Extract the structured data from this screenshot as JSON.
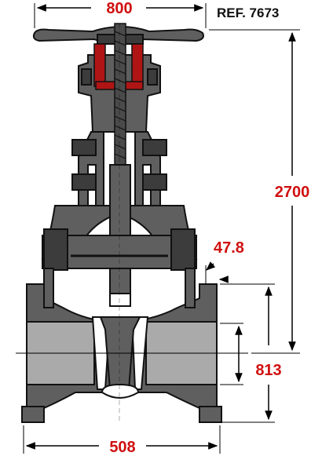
{
  "reference": "REF. 7673",
  "dimensions": {
    "handwheel_width": "800",
    "overall_height": "2700",
    "flange_thickness": "47.8",
    "center_height": "813",
    "face_to_face": "508"
  },
  "colors": {
    "body": "#5f5f5f",
    "bore": "#aaaaaa",
    "packing": "#b01515",
    "dimension_text": "#d01010"
  }
}
